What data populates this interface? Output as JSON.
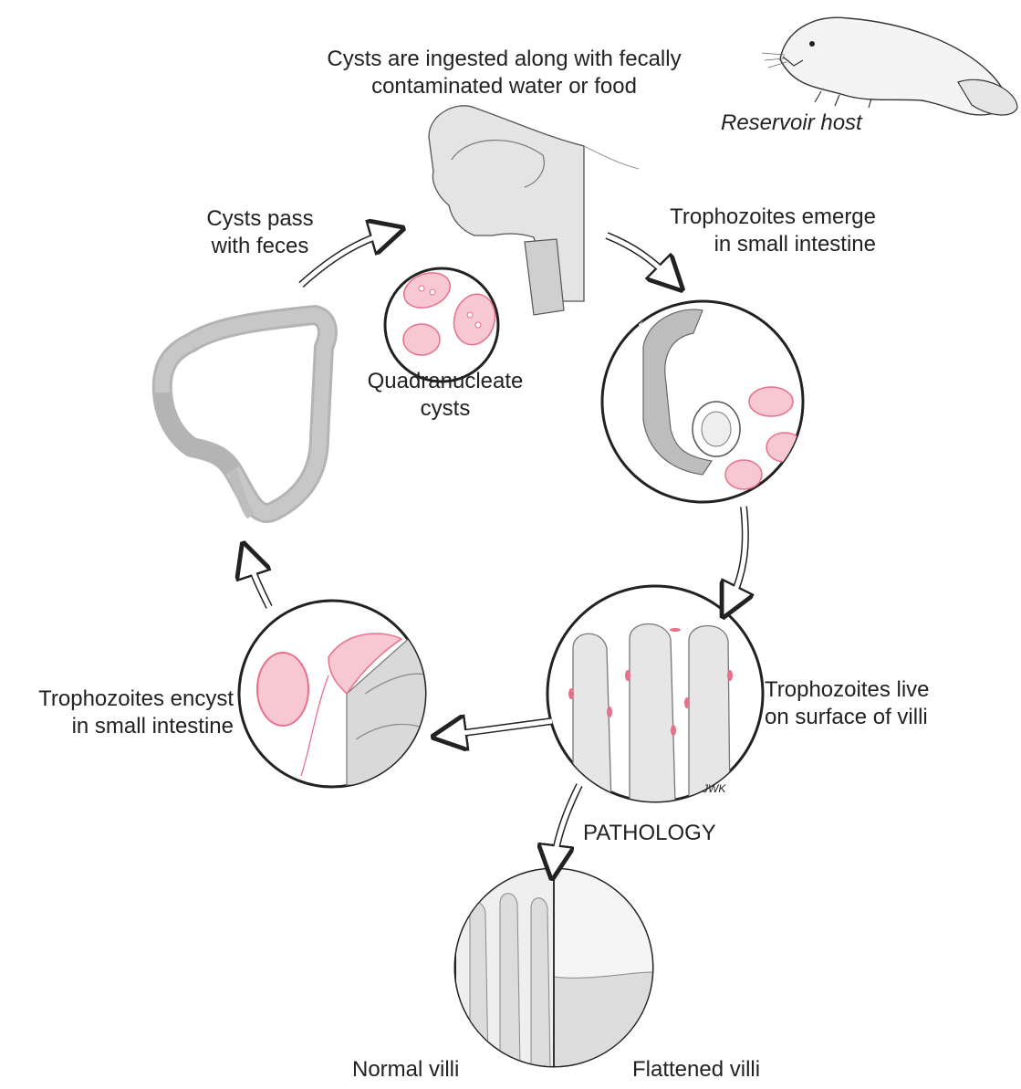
{
  "diagram": {
    "labels": {
      "ingest_line1": "Cysts are ingested along with fecally",
      "ingest_line2": "contaminated water or food",
      "reservoir_host": "Reservoir host",
      "cysts_pass_line1": "Cysts pass",
      "cysts_pass_line2": "with feces",
      "troph_emerge_line1": "Trophozoites emerge",
      "troph_emerge_line2": "in small intestine",
      "quadranucleate_line1": "Quadranucleate",
      "quadranucleate_line2": "cysts",
      "troph_live_line1": "Trophozoites live",
      "troph_live_line2": "on surface of villi",
      "troph_encyst_line1": "Trophozoites encyst",
      "troph_encyst_line2": "in small intestine",
      "pathology": "PATHOLOGY",
      "normal_villi": "Normal villi",
      "flattened_villi": "Flattened villi",
      "artist_signature": "JWK"
    },
    "colors": {
      "parasite": "#e8708a",
      "parasite_fill": "#f7c7d2",
      "tissue": "#dedede",
      "outline": "#222222"
    }
  }
}
